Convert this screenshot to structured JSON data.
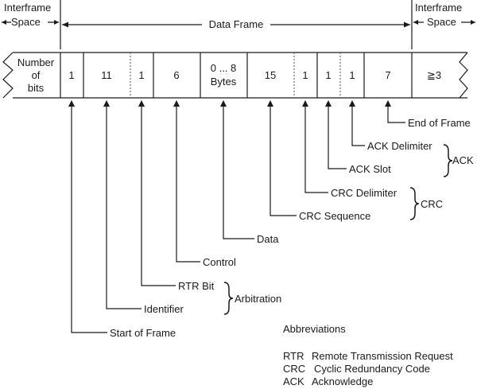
{
  "header": {
    "left": [
      "Interframe",
      "Space"
    ],
    "middle": "Data Frame",
    "right": [
      "Interframe",
      "Space"
    ]
  },
  "frame": {
    "first_cell": [
      "Number",
      "of",
      "bits"
    ],
    "fields": [
      "1",
      "11",
      "1",
      "6",
      "0 ... 8",
      "Bytes",
      "15",
      "1",
      "1",
      "1",
      "7",
      "≧3"
    ]
  },
  "callouts": {
    "end_of_frame": "End of Frame",
    "ack_delimiter": "ACK Delimiter",
    "ack_slot": "ACK Slot",
    "crc_delimiter": "CRC Delimiter",
    "crc_sequence": "CRC Sequence",
    "data": "Data",
    "control": "Control",
    "rtr_bit": "RTR Bit",
    "identifier": "Identifier",
    "start_of_frame": "Start of Frame"
  },
  "groups": {
    "ack": "ACK",
    "crc": "CRC",
    "arbitration": "Arbitration"
  },
  "abbreviations": {
    "title": "Abbreviations",
    "items": [
      {
        "abbr": "RTR",
        "meaning": "Remote Transmission Request"
      },
      {
        "abbr": "CRC",
        "meaning": "Cyclic Redundancy Code"
      },
      {
        "abbr": "ACK",
        "meaning": "Acknowledge"
      }
    ]
  }
}
